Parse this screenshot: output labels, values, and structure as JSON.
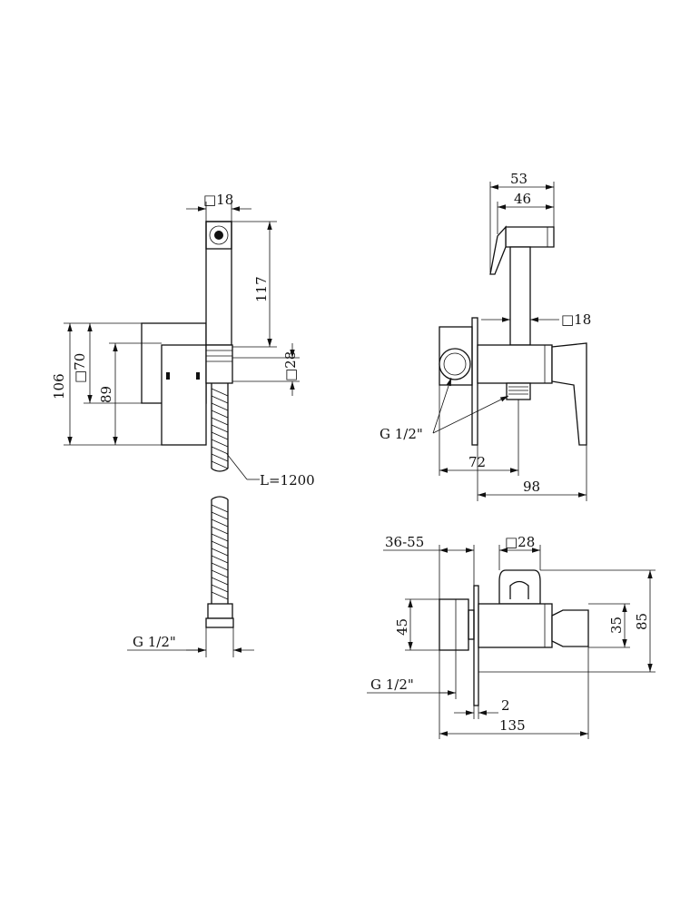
{
  "dimensions": {
    "left_view": {
      "head_square": "□18",
      "height_117": "117",
      "connector_square": "□28",
      "height_106": "106",
      "plate_square": "□70",
      "height_89": "89",
      "hose_length": "L=1200",
      "hose_thread": "G 1/2\""
    },
    "right_top_view": {
      "width_53": "53",
      "width_46": "46",
      "stem_square": "□18",
      "thread": "G 1/2\"",
      "depth_72": "72",
      "depth_98": "98"
    },
    "right_bottom_view": {
      "range": "36-55",
      "holder_square": "□28",
      "height_45": "45",
      "height_35": "35",
      "height_85": "85",
      "thread": "G 1/2\"",
      "gap_2": "2",
      "length_135": "135"
    }
  }
}
